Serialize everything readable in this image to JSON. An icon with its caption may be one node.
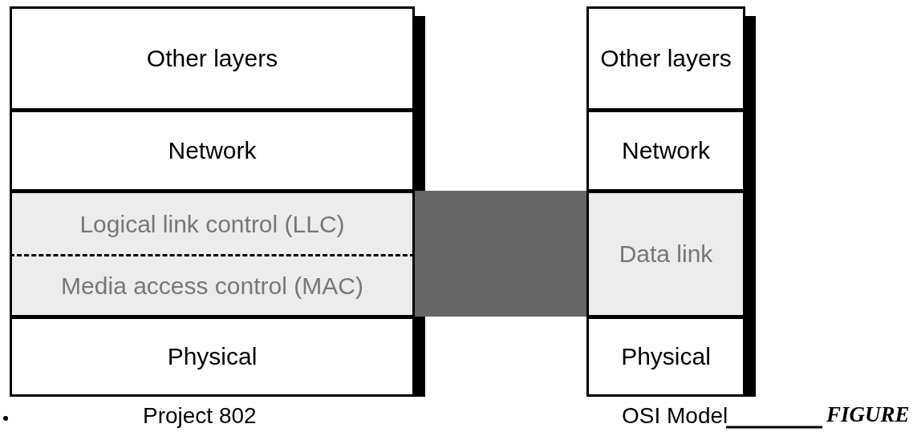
{
  "diagram": {
    "nodes": [
      {
        "text": [
          "Other layers"
        ]
      },
      {
        "text": [
          "Network"
        ]
      },
      {
        "text": [
          "Logical link control (LLC)"
        ]
      },
      {
        "text": [
          "Media access control (MAC)"
        ]
      },
      {
        "text": [
          "Physical"
        ]
      },
      {
        "text": [],
        "shape": "box"
      },
      {
        "text": [
          "Other layers"
        ]
      },
      {
        "text": [
          "Network"
        ]
      },
      {
        "text": [
          "Data link"
        ]
      },
      {
        "text": [
          "Physical"
        ]
      }
    ],
    "labels": [
      "Project 802",
      "OSI Model",
      "FIGURE"
    ]
  }
}
